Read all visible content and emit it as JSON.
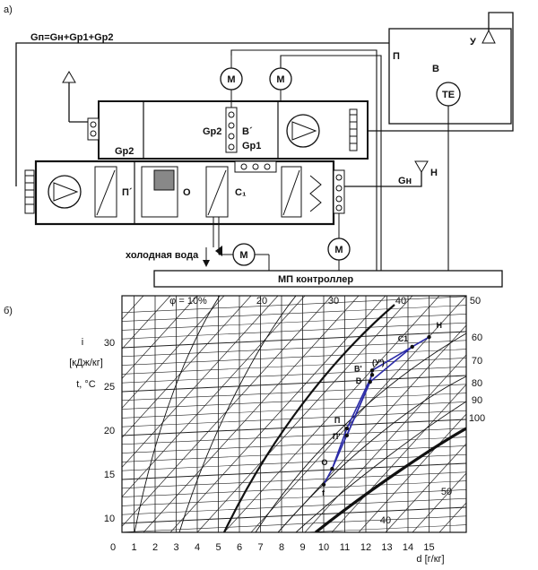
{
  "part_a_label": "а)",
  "part_b_label": "б)",
  "schematic": {
    "flow_formula": "Gп=Gн+Gр1+Gр2",
    "controller_label": "МП контроллер",
    "cold_water_label": "холодная вода",
    "motor_label": "M",
    "sensor_te_label": "TE",
    "room_labels": {
      "p": "П",
      "v": "В",
      "u": "У"
    },
    "outdoor_label": "Н",
    "outdoor_flow_label": "Gн",
    "gr2_left": "Gр2",
    "gr2_mid": "Gр2",
    "v_prime": "В´",
    "gr1": "Gр1",
    "p_prime": "П´",
    "o_label": "О",
    "c1_label": "С₁"
  },
  "chart_data": {
    "type": "scatter",
    "title": "",
    "phi_top_label": "φ = 10%",
    "ylabel_i": "i",
    "ylabel_units": "[кДж/кг]",
    "ylabel_t": "t, °C",
    "xlabel": "d [г/кг]",
    "x_ticks": [
      "0",
      "1",
      "2",
      "3",
      "4",
      "5",
      "6",
      "7",
      "8",
      "9",
      "10",
      "11",
      "12",
      "13",
      "14",
      "15"
    ],
    "y_ticks": [
      "10",
      "15",
      "20",
      "25",
      "30"
    ],
    "top_enthalpy_ticks": [
      "20",
      "30",
      "40",
      "50"
    ],
    "right_phi_ticks": [
      "60",
      "70",
      "80",
      "90",
      "100"
    ],
    "curve_labels": [
      "50",
      "40"
    ],
    "points": [
      {
        "name": "Н",
        "d": 15.0,
        "t": 30.6
      },
      {
        "name": "C1",
        "d": 14.2,
        "t": 29.5
      },
      {
        "name": "(У')",
        "d": 12.3,
        "t": 26.8
      },
      {
        "name": "B'",
        "d": 12.3,
        "t": 26.3
      },
      {
        "name": "B",
        "d": 12.2,
        "t": 25.5
      },
      {
        "name": "П",
        "d": 11.1,
        "t": 20.2
      },
      {
        "name": "П'",
        "d": 11.1,
        "t": 19.4
      },
      {
        "name": "O",
        "d": 10.4,
        "t": 15.6
      },
      {
        "name": "f",
        "d": 10.0,
        "t": 13.8
      }
    ]
  }
}
